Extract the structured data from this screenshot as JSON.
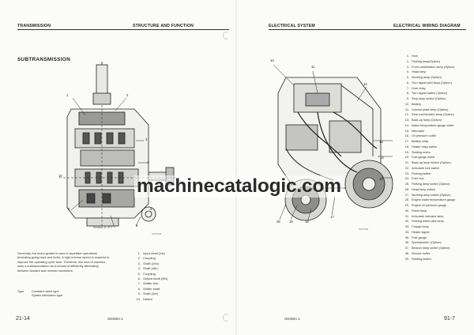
{
  "left_page": {
    "header_left": "TRANSMISSION",
    "header_right": "STRUCTURE AND FUNCTION",
    "section_title": "SUBTRANSMISSION",
    "callouts": [
      "1",
      "2",
      "3",
      "4",
      "5",
      "6",
      "7",
      "8",
      "9",
      "10"
    ],
    "section_label": "Section D–D",
    "figure_id": "S07F028",
    "body_text": "Generally, the motor grader is used in repetitive operations (including going back and forth). A high reverse speed is required to improve the operating cycle time. Therefore, this kind of machine uses a subtransmission as a means of efficiently alternating between forward and reverse movement.",
    "type_label": "Type",
    "type_values": [
      "Constant mesh type",
      "Splash lubrication type"
    ],
    "legend": [
      {
        "n": "1.",
        "label": "Input shaft (1st)"
      },
      {
        "n": "2.",
        "label": "Coupling"
      },
      {
        "n": "3.",
        "label": "Shaft (2nd)"
      },
      {
        "n": "4.",
        "label": "Shaft (4th)"
      },
      {
        "n": "5.",
        "label": "Coupling"
      },
      {
        "n": "6.",
        "label": "Output shaft (5th)"
      },
      {
        "n": "7.",
        "label": "Shifter fork"
      },
      {
        "n": "8.",
        "label": "Shifter shaft"
      },
      {
        "n": "9.",
        "label": "Shaft (3rd)"
      },
      {
        "n": "10.",
        "label": "Detent"
      }
    ],
    "page_number": "21-14",
    "model": "GD300A-1"
  },
  "right_page": {
    "header_left": "ELECTRICAL SYSTEM",
    "header_right": "ELECTRICAL WIRING DIAGRAM",
    "callouts": [
      "10",
      "11",
      "12",
      "13",
      "14",
      "15",
      "16",
      "17",
      "18",
      "29"
    ],
    "figure_id": "S07F064",
    "legend": [
      {
        "n": "1.",
        "label": "Horn"
      },
      {
        "n": "2.",
        "label": "Parking lamp(Option)"
      },
      {
        "n": "3.",
        "label": "Front combination lamp (Option)"
      },
      {
        "n": "4.",
        "label": "Head lamp"
      },
      {
        "n": "5.",
        "label": "Working lamp (Option)"
      },
      {
        "n": "6.",
        "label": "Turn signal pilot lamp (Option)"
      },
      {
        "n": "7.",
        "label": "Horn relay"
      },
      {
        "n": "8.",
        "label": "Turn signal switch (Option)"
      },
      {
        "n": "9.",
        "label": "Stop lamp switch (Option)"
      },
      {
        "n": "10.",
        "label": "Battery"
      },
      {
        "n": "11.",
        "label": "License plate lamp (Option)"
      },
      {
        "n": "12.",
        "label": "Rear combination lamp (Option)"
      },
      {
        "n": "13.",
        "label": "Back-up lamp (Option)"
      },
      {
        "n": "14.",
        "label": "Water temperature gauge outlet"
      },
      {
        "n": "15.",
        "label": "Alternator"
      },
      {
        "n": "16.",
        "label": "Oil pressure outlet"
      },
      {
        "n": "17.",
        "label": "Battery relay"
      },
      {
        "n": "18.",
        "label": "Heater relay switch"
      },
      {
        "n": "19.",
        "label": "Starting motor"
      },
      {
        "n": "20.",
        "label": "Fuel gauge outlet"
      },
      {
        "n": "21.",
        "label": "Back-up lamp switch (Option)"
      },
      {
        "n": "22.",
        "label": "Articulate lock switch"
      },
      {
        "n": "23.",
        "label": "Parking switch"
      },
      {
        "n": "24.",
        "label": "Fuse box"
      },
      {
        "n": "25.",
        "label": "Parking lamp switch (Option)"
      },
      {
        "n": "26.",
        "label": "Head lamp switch"
      },
      {
        "n": "27.",
        "label": "Working lamp switch (Option)"
      },
      {
        "n": "28.",
        "label": "Engine water temperature gauge"
      },
      {
        "n": "29.",
        "label": "Engine oil pressure gauge"
      },
      {
        "n": "30.",
        "label": "Panel lamp"
      },
      {
        "n": "31.",
        "label": "Articulate indicator lamp"
      },
      {
        "n": "32.",
        "label": "Parking brake pilot lamp"
      },
      {
        "n": "33.",
        "label": "Charge lamp"
      },
      {
        "n": "34.",
        "label": "Heater signal"
      },
      {
        "n": "35.",
        "label": "Fuel gauge"
      },
      {
        "n": "36.",
        "label": "Speedometer (Option)"
      },
      {
        "n": "37.",
        "label": "Beacon lamp switch (Option)"
      },
      {
        "n": "38.",
        "label": "Service meter"
      },
      {
        "n": "39.",
        "label": "Starting switch"
      }
    ],
    "page_number": "91-7",
    "model": "GD300A-1"
  },
  "watermark": "machinecatalogic.com"
}
